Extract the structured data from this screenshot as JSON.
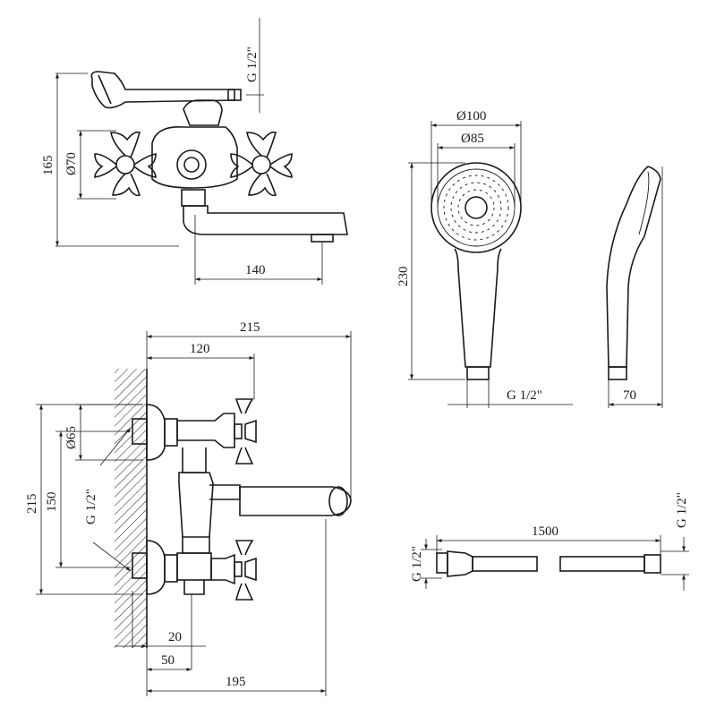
{
  "drawing": {
    "top_mixer": {
      "thread_label": "G 1/2\"",
      "height_label": "165",
      "handle_diameter_label": "Ø70",
      "spout_length_label": "140"
    },
    "shower_head": {
      "outer_diameter_label": "Ø100",
      "face_diameter_label": "Ø85",
      "length_label": "230",
      "thread_label": "G 1/2\"",
      "depth_label": "70"
    },
    "side_mixer": {
      "total_width_label": "215",
      "handle_offset_label": "120",
      "height_label": "215",
      "rosette_diameter_label": "Ø65",
      "inlet_spacing_label": "150",
      "thread_label": "G 1/2\"",
      "wall_offset_20_label": "20",
      "wall_offset_50_label": "50",
      "spout_reach_label": "195"
    },
    "hose": {
      "length_label": "1500",
      "left_thread_label": "G 1/2\"",
      "right_thread_label": "G 1/2\""
    }
  }
}
